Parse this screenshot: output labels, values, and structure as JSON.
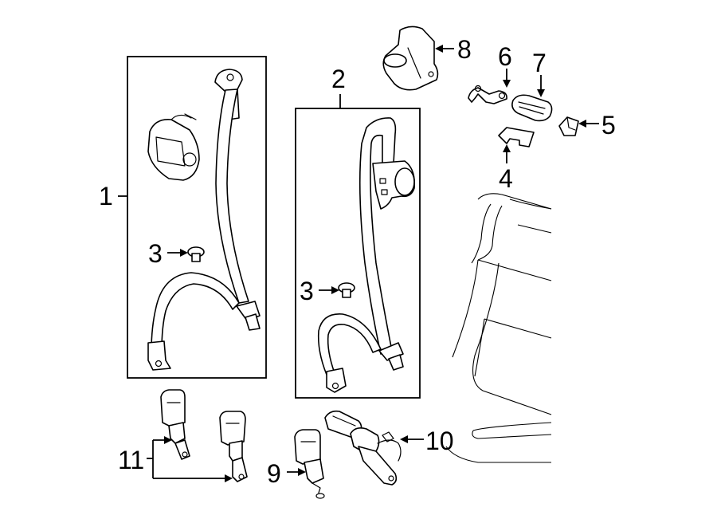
{
  "callouts": [
    {
      "id": "1",
      "text": "1"
    },
    {
      "id": "2",
      "text": "2"
    },
    {
      "id": "3a",
      "text": "3"
    },
    {
      "id": "3b",
      "text": "3"
    },
    {
      "id": "4",
      "text": "4"
    },
    {
      "id": "5",
      "text": "5"
    },
    {
      "id": "6",
      "text": "6"
    },
    {
      "id": "7",
      "text": "7"
    },
    {
      "id": "8",
      "text": "8"
    },
    {
      "id": "9",
      "text": "9"
    },
    {
      "id": "10",
      "text": "10"
    },
    {
      "id": "11",
      "text": "11"
    }
  ],
  "colors": {
    "ink": "#000000",
    "background": "#ffffff"
  }
}
